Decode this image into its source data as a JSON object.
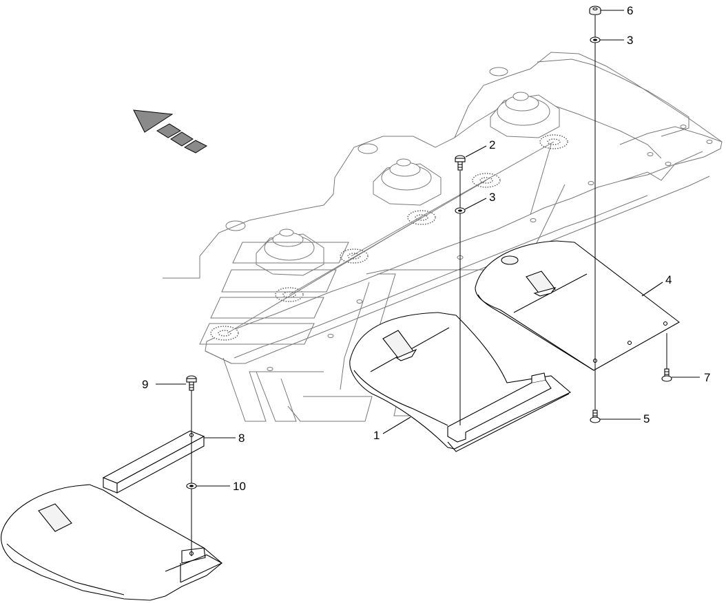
{
  "diagram": {
    "callouts": [
      {
        "id": "c1",
        "label": "1",
        "part": "skid-plate-front"
      },
      {
        "id": "c2",
        "label": "2",
        "part": "bolt-center"
      },
      {
        "id": "c3a",
        "label": "3",
        "part": "washer-top"
      },
      {
        "id": "c3b",
        "label": "3",
        "part": "washer-center"
      },
      {
        "id": "c4",
        "label": "4",
        "part": "skid-plate-rear"
      },
      {
        "id": "c5",
        "label": "5",
        "part": "bolt-rear"
      },
      {
        "id": "c6",
        "label": "6",
        "part": "bolt-side"
      },
      {
        "id": "c7",
        "label": "7",
        "part": "nut-top"
      },
      {
        "id": "c8",
        "label": "8",
        "part": "bar-runner"
      },
      {
        "id": "c9",
        "label": "9",
        "part": "bolt-runner"
      },
      {
        "id": "c10",
        "label": "10",
        "part": "washer-runner"
      }
    ],
    "direction_arrow_icon": "travel-direction-arrow-icon",
    "line_color": "#000000",
    "ghost_color": "#777777"
  }
}
